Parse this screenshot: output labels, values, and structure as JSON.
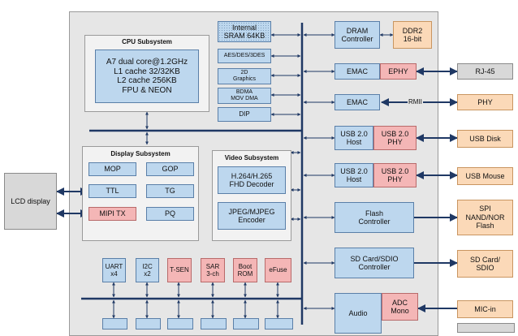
{
  "cpu": {
    "title": "CPU Subsystem",
    "body": "A7 dual core@1.2GHz\nL1 cache 32/32KB\nL2 cache 256KB\nFPU & NEON"
  },
  "memory_blocks": {
    "sram": "Internal\nSRAM 64KB",
    "aes": "AES/DES/3DES",
    "graphics": "2D\nGraphics",
    "dma": "BDMA\nMOV DMA",
    "dip": "DIP"
  },
  "display": {
    "title": "Display Subsystem",
    "mop": "MOP",
    "gop": "GOP",
    "ttl": "TTL",
    "tg": "TG",
    "mipi": "MIPI TX",
    "pq": "PQ"
  },
  "video": {
    "title": "Video Subsystem",
    "decoder": "H.264/H.265\nFHD Decoder",
    "encoder": "JPEG/MJPEG\nEncoder"
  },
  "lcd": "LCD display",
  "right": {
    "dram": "DRAM\nController",
    "ddr": "DDR2\n16-bit",
    "emac1": "EMAC",
    "ephy": "EPHY",
    "rj45": "RJ-45",
    "emac2": "EMAC",
    "rmii": "RMII",
    "phy": "PHY",
    "usb1": "USB 2.0\nHost",
    "usbphy1": "USB 2.0\nPHY",
    "usbdisk": "USB Disk",
    "usb2": "USB 2.0\nHost",
    "usbphy2": "USB 2.0\nPHY",
    "usbmouse": "USB Mouse",
    "flash": "Flash\nController",
    "spi": "SPI\nNAND/NOR\nFlash",
    "sdio": "SD Card/SDIO\nController",
    "sdcard": "SD Card/\nSDIO",
    "audio": "Audio",
    "adc": "ADC\nMono",
    "mic": "MIC-in"
  },
  "periph": {
    "uart": "UART\nx4",
    "i2c": "I2C\nx2",
    "tsen": "T-SEN",
    "sar": "SAR\n3-ch",
    "boot": "Boot\nROM",
    "efuse": "eFuse"
  }
}
